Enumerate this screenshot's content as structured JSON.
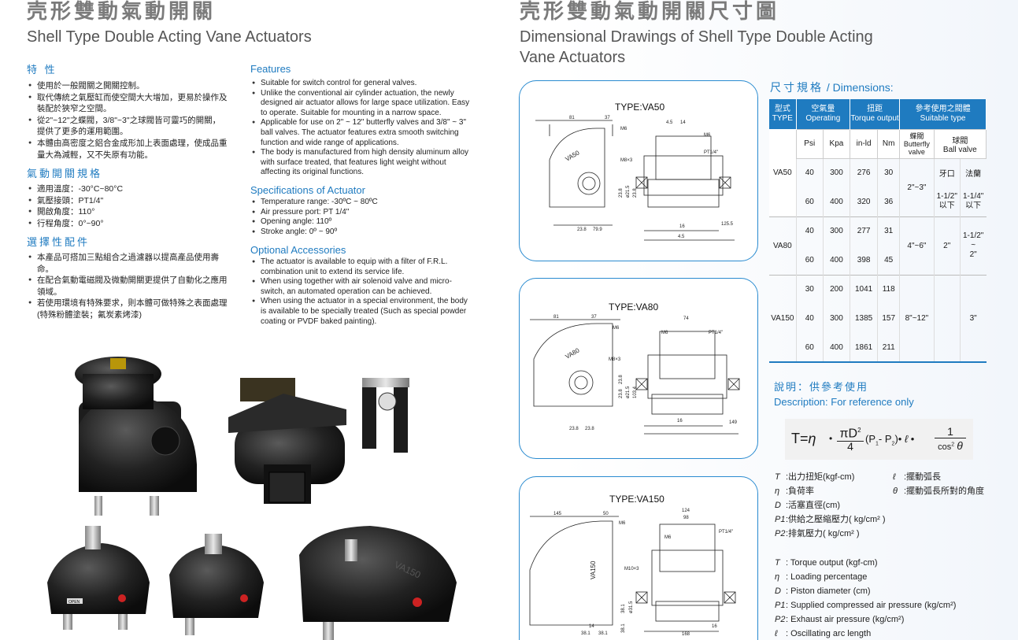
{
  "left": {
    "zh_title": "壳形雙動氣動開關",
    "en_title": "Shell Type Double Acting Vane Actuators",
    "features_zh": {
      "heading": "特  性",
      "items": [
        "使用於一般閥關之開關控制。",
        "取代傳統之氣壓缸而使空間大大增加，更易於操作及裝配於狹窄之空間。",
        "從2\"~12\"之蝶閥，3/8\"~3\"之球閥皆可靈巧的開關，提供了更多的運用範圍。",
        "本體由高密度之鋁合金成形加上表面處理，使成品重量大為減輕，又不失原有功能。"
      ]
    },
    "spec_zh": {
      "heading": "氣動開關規格",
      "items": [
        "適用溫度：-30°C~80°C",
        "氣壓接頭：PT1/4\"",
        "開啟角度：110°",
        "行程角度：0°~90°"
      ]
    },
    "acc_zh": {
      "heading": "選擇性配件",
      "items": [
        "本產品可搭加三點組合之過濾器以提高產品使用壽命。",
        "在配合氣動電磁閥及微動開關更提供了自動化之應用領域。",
        "若使用環境有特殊要求，則本體可做特殊之表面處理(特殊粉體塗裝；氟炭素烤漆)"
      ]
    },
    "features_en": {
      "heading": "Features",
      "items": [
        "Suitable for switch control for general valves.",
        "Unlike the conventional air cylinder actuation, the newly designed air actuator allows for large space utilization. Easy to operate. Suitable for mounting in a narrow space.",
        "Applicable for use on 2\" ~ 12\" butterfly valves and 3/8\" ~ 3\" ball valves. The actuator features extra smooth switching function and wide range of applications.",
        "The body is manufactured from high density aluminum alloy with surface treated, that features light weight without affecting its original functions."
      ]
    },
    "spec_en": {
      "heading": "Specifications of Actuator",
      "items": [
        "Temperature range: -30ºC ~ 80ºC",
        "Air pressure port: PT 1/4\"",
        "Opening angle: 110º",
        "Stroke angle: 0º ~ 90º"
      ]
    },
    "acc_en": {
      "heading": "Optional Accessories",
      "items": [
        "The actuator is available to equip with a filter of F.R.L. combination unit to extend its service life.",
        "When using together with air solenoid valve and micro-switch, an automated operation can be achieved.",
        "When using the actuator in a special environment, the body is available to be specially treated (Such as special powder coating or PVDF baked painting)."
      ]
    },
    "photo_labels": {
      "open_tag": "OPEN",
      "model_mark": "VA150"
    }
  },
  "right": {
    "zh_title": "壳形雙動氣動開關尺寸圖",
    "en_title_line1": "Dimensional Drawings of Shell Type Double Acting",
    "en_title_line2": "Vane Actuators",
    "drawings": [
      {
        "type": "TYPE:VA50",
        "model": "VA50",
        "dims": [
          "81",
          "37",
          "M6",
          "4.5",
          "14",
          "M6",
          "PT1/4\"",
          "M8×3",
          "23.8",
          "ø21.5",
          "23.8",
          "23.8",
          "79.9",
          "16",
          "125.5",
          "4.5"
        ]
      },
      {
        "type": "TYPE:VA80",
        "model": "VA80",
        "dims": [
          "81",
          "37",
          "74",
          "M6",
          "M6",
          "PT1/4\"",
          "M8×3",
          "23.8",
          "ø21.5",
          "23.8",
          "23.8",
          "23.8",
          "103.4",
          "16",
          "149"
        ]
      },
      {
        "type": "TYPE:VA150",
        "model": "VA150",
        "dims": [
          "145",
          "50",
          "124",
          "98",
          "M6",
          "M6",
          "PT1/4\"",
          "M10×3",
          "38.1",
          "ø31.5",
          "38.1",
          "38.1",
          "38.1",
          "14",
          "168",
          "16"
        ]
      }
    ],
    "dimensions_heading_zh": "尺寸規格",
    "dimensions_heading_sep": "/",
    "dimensions_heading_en": "Dimensions:",
    "table": {
      "head": {
        "type_zh": "型式",
        "type_en": "TYPE",
        "op_zh": "空氣量",
        "op_en": "Operating",
        "torque_zh": "扭距",
        "torque_en": "Torque output",
        "suit_zh": "參考使用之閥體",
        "suit_en": "Suitable type"
      },
      "sub": {
        "psi": "Psi",
        "kpa": "Kpa",
        "inld": "in-ld",
        "nm": "Nm",
        "bfv_zh": "蝶閥",
        "bfv_en1": "Butterfly",
        "bfv_en2": "valve",
        "ball_zh": "球閥",
        "ball_en": "Ball valve"
      },
      "rows": [
        {
          "model": "VA50",
          "psi": "40",
          "kpa": "300",
          "inld": "276",
          "nm": "30",
          "bfv": "2\"~3\"",
          "ball_a": "牙口",
          "ball_b": "法蘭"
        },
        {
          "psi": "60",
          "kpa": "400",
          "inld": "320",
          "nm": "36",
          "ball_a1": "1-1/2\"",
          "ball_a2": "以下",
          "ball_b1": "1-1/4\"",
          "ball_b2": "以下"
        },
        {
          "model": "VA80",
          "psi": "40",
          "kpa": "300",
          "inld": "277",
          "nm": "31",
          "bfv": "4\"~6\"",
          "ball_a": "2\"",
          "ball_b1": "1-1/2\"",
          "ball_b2": "~",
          "ball_b3": "2\""
        },
        {
          "psi": "60",
          "kpa": "400",
          "inld": "398",
          "nm": "45"
        },
        {
          "psi": "30",
          "kpa": "200",
          "inld": "1041",
          "nm": "118"
        },
        {
          "model": "VA150",
          "psi": "40",
          "kpa": "300",
          "inld": "1385",
          "nm": "157",
          "bfv": "8\"~12\"",
          "ball_b": "3\""
        },
        {
          "psi": "60",
          "kpa": "400",
          "inld": "1861",
          "nm": "211"
        }
      ]
    },
    "note_zh": "說明：供參考使用",
    "note_en": "Description: For reference only",
    "formula": {
      "lhs": "T=",
      "eta": "η",
      "dot": "•",
      "num": "πD",
      "exp": "2",
      "den": "4",
      "mid": "(P",
      "p1": "1",
      "minus": "- P",
      "p2": "2",
      "close": ")•",
      "ell": "ℓ",
      "one": "1",
      "cos": "cos",
      "theta": "θ"
    },
    "legend_zh": [
      {
        "sym": "T",
        "text": ":出力扭矩(kgf-cm)"
      },
      {
        "sym": "η",
        "text": ":負荷率"
      },
      {
        "sym": "D",
        "text": ":活塞直徑(cm)"
      },
      {
        "sym": "P1",
        "text": ":供給之壓縮壓力( kg/cm² )"
      },
      {
        "sym": "P2",
        "text": ":排氣壓力( kg/cm² )"
      }
    ],
    "legend_zh_right": [
      {
        "sym": "ℓ",
        "text": ":擺動弧長"
      },
      {
        "sym": "θ",
        "text": ":擺動弧長所對的角度"
      }
    ],
    "legend_en": [
      {
        "sym": "T",
        "text": ": Torque output (kgf-cm)"
      },
      {
        "sym": "η",
        "text": ": Loading percentage"
      },
      {
        "sym": "D",
        "text": ": Piston diameter (cm)"
      },
      {
        "sym": "P1",
        "text": ": Supplied compressed air pressure (kg/cm²)"
      },
      {
        "sym": "P2",
        "text": ": Exhaust air pressure (kg/cm²)"
      },
      {
        "sym": "ℓ",
        "text": ": Oscillating arc length"
      }
    ]
  },
  "colors": {
    "accent": "#1f7bc0",
    "title_gray": "#7b7b7b",
    "box_border": "#2a8bd0"
  }
}
